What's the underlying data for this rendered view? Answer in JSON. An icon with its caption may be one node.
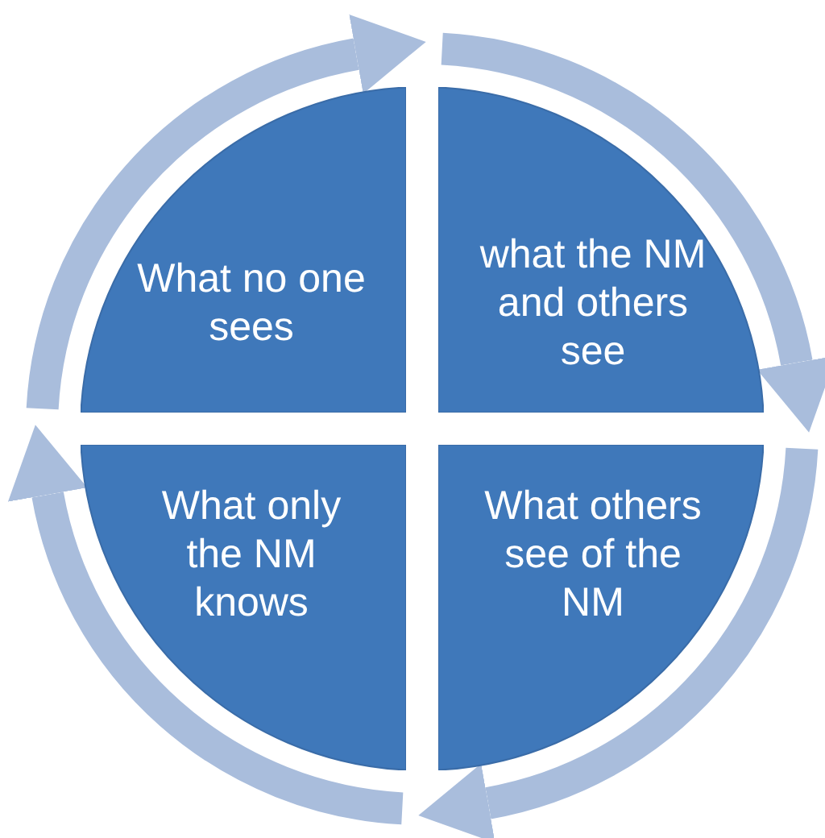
{
  "diagram": {
    "nodes": [
      {
        "text": [
          "What no one sees"
        ]
      },
      {
        "text": [
          "what the NM and others see"
        ]
      },
      {
        "text": [
          "What only the NM knows"
        ]
      },
      {
        "text": [
          "What others see of the NM"
        ]
      }
    ]
  }
}
